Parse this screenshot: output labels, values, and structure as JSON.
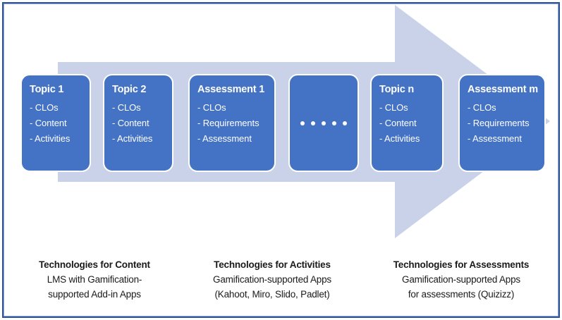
{
  "figure": {
    "colors": {
      "card_fill": "#4472C4",
      "arrow_fill": "#C9D2E8",
      "border_outer": "#2F5496",
      "border_inner": "#8FAADC",
      "card_text": "#FFFFFF",
      "caption_text": "#1A1A1A",
      "background": "#FFFFFF"
    },
    "arrow": {
      "direction": "right",
      "label": "course-flow-arrow"
    },
    "cards": [
      {
        "id": "topic-1",
        "title": "Topic 1",
        "lines": [
          "- CLOs",
          "- Content",
          "- Activities"
        ]
      },
      {
        "id": "topic-2",
        "title": "Topic 2",
        "lines": [
          "- CLOs",
          "- Content",
          "- Activities"
        ]
      },
      {
        "id": "assessment-1",
        "title": "Assessment 1",
        "lines": [
          "- CLOs",
          "- Requirements",
          "- Assessment"
        ]
      },
      {
        "id": "ellipsis",
        "title": "",
        "lines": [],
        "dots": 5
      },
      {
        "id": "topic-n",
        "title": "Topic n",
        "lines": [
          "- CLOs",
          "- Content",
          "- Activities"
        ]
      },
      {
        "id": "assessment-m",
        "title": "Assessment m",
        "lines": [
          "- CLOs",
          "- Requirements",
          "- Assessment"
        ]
      }
    ],
    "captions": [
      {
        "id": "content",
        "title": "Technologies for Content",
        "lines": [
          "LMS with Gamification-",
          "supported Add-in Apps"
        ]
      },
      {
        "id": "activities",
        "title": "Technologies for Activities",
        "lines": [
          "Gamification-supported Apps",
          "(Kahoot, Miro, Slido, Padlet)"
        ]
      },
      {
        "id": "assessments",
        "title": "Technologies for Assessments",
        "lines": [
          "Gamification-supported Apps",
          "for assessments (Quizizz)"
        ]
      }
    ]
  }
}
